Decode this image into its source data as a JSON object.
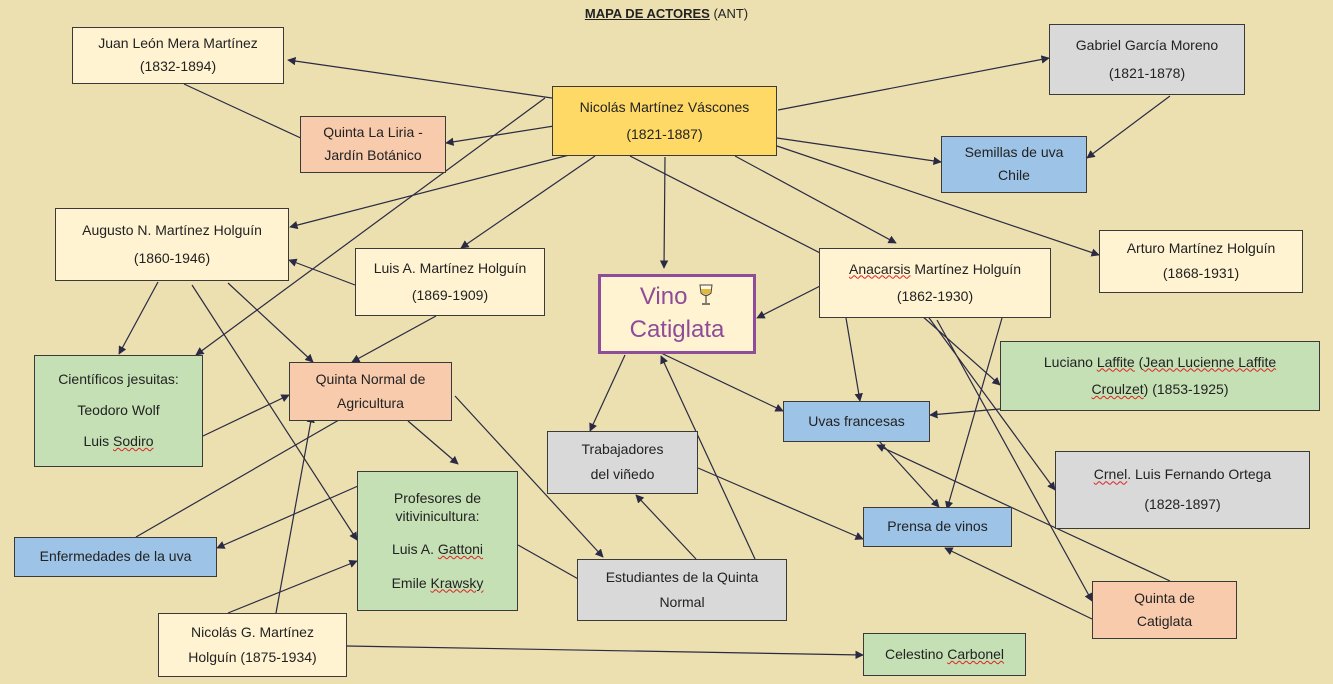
{
  "title": {
    "bold": "MAPA DE ACTORES",
    "suffix": "(ANT)"
  },
  "nodes": {
    "mera": {
      "lines": [
        "Juan León Mera Martínez",
        "(1832-1894)"
      ]
    },
    "garcia": {
      "lines": [
        "Gabriel García Moreno",
        "(1821-1878)"
      ]
    },
    "nicolas": {
      "lines": [
        "Nicolás Martínez Váscones",
        "(1821-1887)"
      ]
    },
    "liria": {
      "lines": [
        "Quinta La Liria -",
        "Jardín Botánico"
      ]
    },
    "semillas": {
      "lines": [
        "Semillas de uva",
        "Chile"
      ]
    },
    "augusto": {
      "lines": [
        "Augusto N. Martínez Holguín",
        "(1860-1946)"
      ]
    },
    "arturo": {
      "lines": [
        "Arturo Martínez Holguín",
        "(1868-1931)"
      ]
    },
    "luisa": {
      "lines": [
        "Luis A. Martínez Holguín",
        "(1869-1909)"
      ]
    },
    "vino": {
      "lines": [
        "Vino",
        "Catiglata"
      ]
    },
    "anacarsis": {
      "first": "Anacarsis",
      "rest": " Martínez Holguín",
      "dates": "(1862-1930)"
    },
    "cientificos": {
      "lines": [
        "Científicos jesuitas:",
        "Teodoro Wolf"
      ],
      "l3a": "Luis ",
      "l3b": "Sodiro"
    },
    "quintanormal": {
      "lines": [
        "Quinta Normal de",
        "Agricultura"
      ]
    },
    "laffite": {
      "a": "Luciano ",
      "b": "Laffite",
      "c": "  (",
      "d": "Jean Lucienne Laffite",
      "e": "Croulzet",
      "f": ") (1853-1925)"
    },
    "uvas": {
      "lines": [
        "Uvas francesas"
      ]
    },
    "trabajadores": {
      "lines": [
        "Trabajadores",
        "del viñedo"
      ]
    },
    "ortega": {
      "a": "Crnel",
      "b": ". Luis Fernando Ortega",
      "dates": "(1828-1897)"
    },
    "profesores": {
      "lines": [
        "Profesores de",
        "vitivinicultura:"
      ],
      "l3a": "Luis A. ",
      "l3b": "Gattoni",
      "l4a": "Emile ",
      "l4b": "Krawsky"
    },
    "prensa": {
      "lines": [
        "Prensa de vinos"
      ]
    },
    "enfermedades": {
      "lines": [
        "Enfermedades  de la uva"
      ]
    },
    "estudiantes": {
      "lines": [
        "Estudiantes  de la Quinta",
        "Normal"
      ]
    },
    "quintacat": {
      "lines": [
        "Quinta de",
        "Catiglata"
      ]
    },
    "nicolasg": {
      "lines": [
        "Nicolás G. Martínez",
        "Holguín (1875-1934)"
      ]
    },
    "celestino": {
      "a": "Celestino ",
      "b": "Carbonel"
    }
  },
  "icons": {
    "vino": "wine-glass-icon"
  },
  "colors": {
    "background": "#ece0b0",
    "vino_accent": "#8e4c99",
    "arrow": "#2a2a44"
  }
}
